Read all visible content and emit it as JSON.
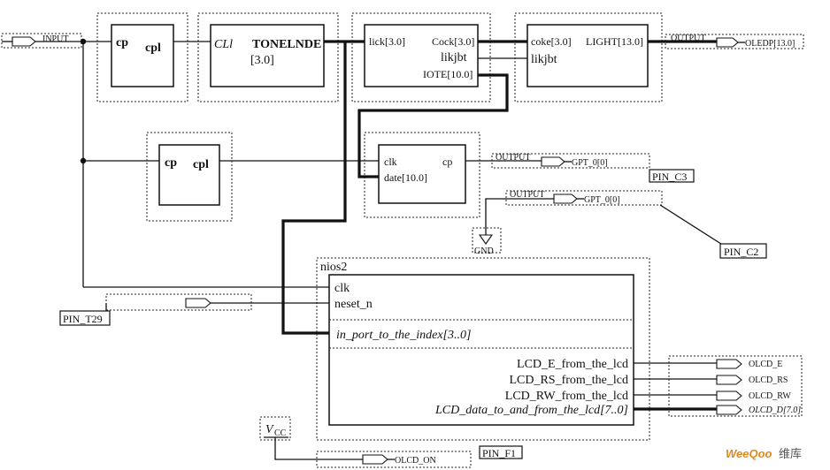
{
  "io": {
    "input_label": "INPUT",
    "output_label": "OUTPUT",
    "oledp": "OLEDP[13.0]",
    "gpt1": "GPT_0[0]",
    "gpt2": "GPT_0[0]",
    "pin_c3": "PIN_C3",
    "pin_c2": "PIN_C2",
    "pin_t29": "PIN_T29",
    "pin_f1": "PIN_F1",
    "gnd": "GND",
    "vcc_v": "V",
    "vcc_sub": "CC",
    "olcd_on": "OLCD_ON",
    "olcd_e": "OLCD_E",
    "olcd_rs": "OLCD_RS",
    "olcd_rw": "OLCD_RW",
    "olcd_d": "OLCD_D[7.0]"
  },
  "blocks": {
    "cp1": {
      "in": "cp",
      "out": "cpl"
    },
    "tone": {
      "in": "CLl",
      "title": "TONELNDE",
      "bus": "[3.0]"
    },
    "clk_gen": {
      "in": "lick[3.0]",
      "out1": "Cock[3.0]",
      "out2": "likjbt",
      "out3": "IOTE[10.0]"
    },
    "light": {
      "in1": "coke[3.0]",
      "out": "LIGHT[13.0]",
      "in2": "likjbt"
    },
    "cp2": {
      "in": "cp",
      "out": "cpl"
    },
    "date": {
      "in1": "clk",
      "in2": "date[10.0]",
      "out": "cp"
    },
    "nios": {
      "title": "nios2",
      "clk": "clk",
      "reset": "neset_n",
      "inport": "in_port_to_the_index[3..0]",
      "lcd_e": "LCD_E_from_the_lcd",
      "lcd_rs": "LCD_RS_from_the_lcd",
      "lcd_rw": "LCD_RW_from_the_lcd",
      "lcd_data": "LCD_data_to_and_from_the_lcd[7..0]"
    }
  },
  "watermark": {
    "brand": "WeeQoo",
    "cn": "维库"
  }
}
